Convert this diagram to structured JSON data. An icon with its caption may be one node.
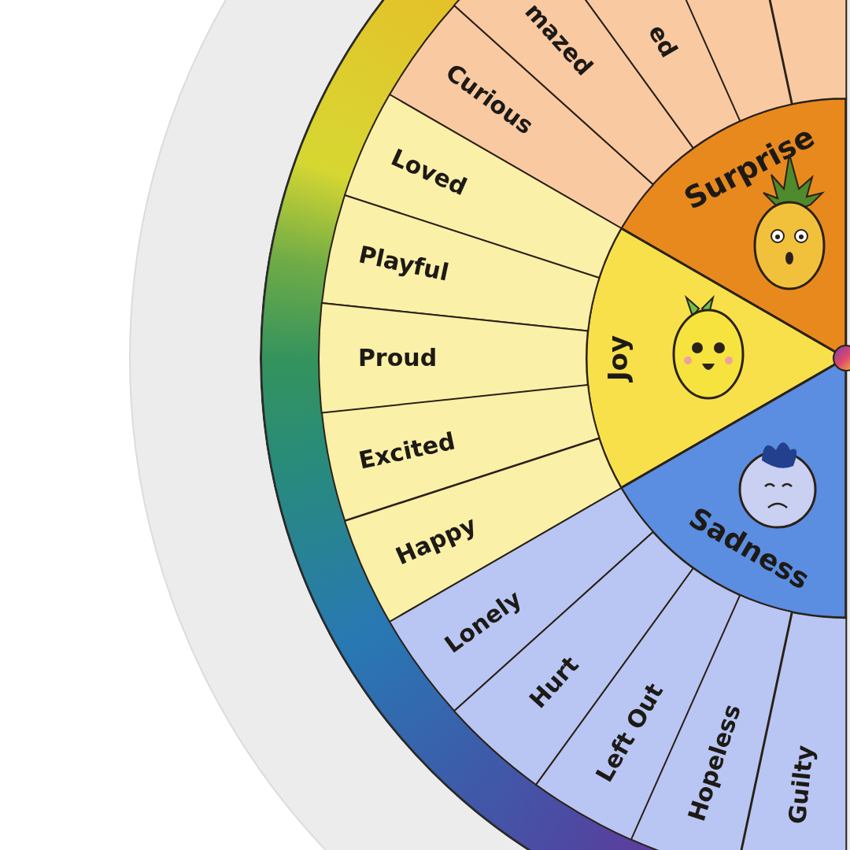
{
  "diagram": {
    "nodes": [
      {
        "text": [
          "Surprise"
        ]
      },
      {
        "text": [
          "Joy"
        ]
      },
      {
        "text": [
          "Sadness"
        ]
      },
      {
        "text": [
          "Curious"
        ]
      },
      {
        "text": [
          "mazed"
        ]
      },
      {
        "text": [
          "ed"
        ]
      },
      {
        "text": [],
        "shape": "box"
      },
      {
        "text": [],
        "shape": "box"
      },
      {
        "text": [
          "Loved"
        ]
      },
      {
        "text": [
          "Playful"
        ]
      },
      {
        "text": [
          "Proud"
        ]
      },
      {
        "text": [
          "Excited"
        ]
      },
      {
        "text": [
          "Happy"
        ]
      },
      {
        "text": [
          "Lonely"
        ]
      },
      {
        "text": [
          "Hurt"
        ]
      },
      {
        "text": [
          "Left Out"
        ]
      },
      {
        "text": [
          "Hopeless"
        ]
      },
      {
        "text": [
          "Guilty"
        ]
      }
    ]
  }
}
